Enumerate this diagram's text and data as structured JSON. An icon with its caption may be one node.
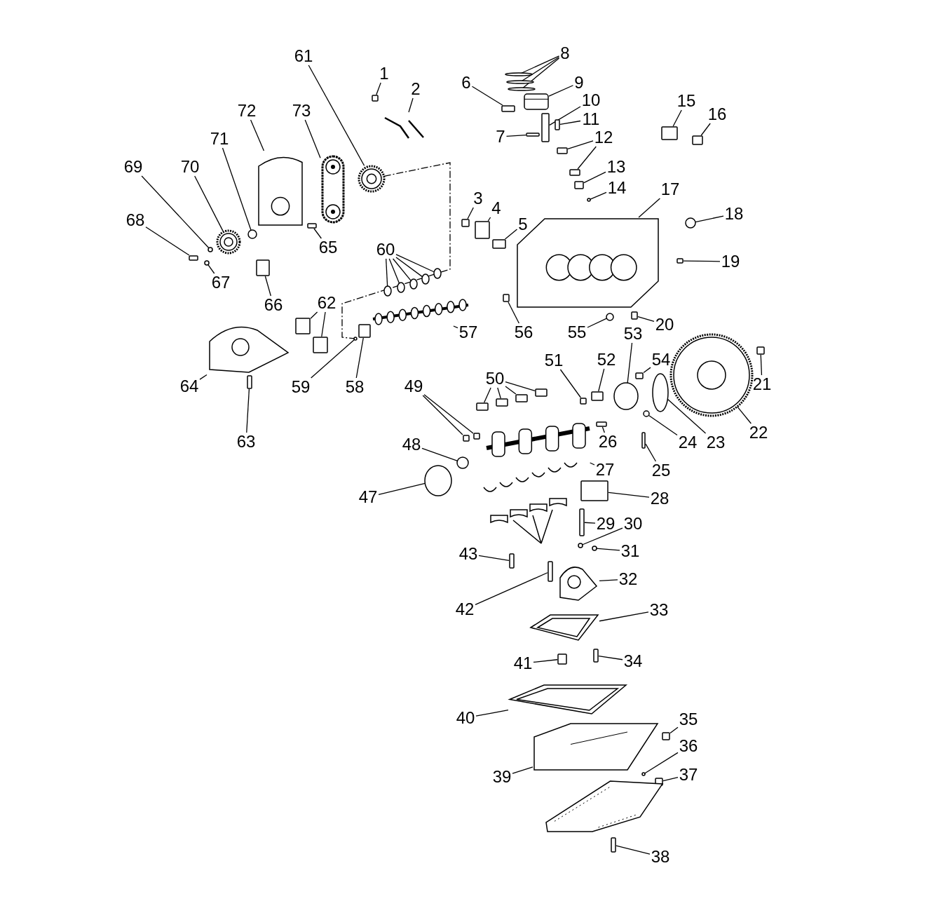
{
  "diagram": {
    "nodes": [
      {
        "text": [
          "1"
        ]
      },
      {
        "text": [
          "2"
        ]
      },
      {
        "text": [
          "3"
        ]
      },
      {
        "text": [
          "4"
        ]
      },
      {
        "text": [
          "5"
        ]
      },
      {
        "text": [
          "6"
        ]
      },
      {
        "text": [
          "7"
        ]
      },
      {
        "text": [
          "8"
        ]
      },
      {
        "text": [
          "9"
        ]
      },
      {
        "text": [
          "10"
        ]
      },
      {
        "text": [
          "11"
        ]
      },
      {
        "text": [
          "12"
        ]
      },
      {
        "text": [
          "13"
        ]
      },
      {
        "text": [
          "14"
        ]
      },
      {
        "text": [
          "15"
        ]
      },
      {
        "text": [
          "16"
        ]
      },
      {
        "text": [
          "17"
        ]
      },
      {
        "text": [
          "18"
        ]
      },
      {
        "text": [
          "19"
        ]
      },
      {
        "text": [
          "20"
        ]
      },
      {
        "text": [
          "21"
        ]
      },
      {
        "text": [
          "22"
        ]
      },
      {
        "text": [
          "23"
        ]
      },
      {
        "text": [
          "24"
        ]
      },
      {
        "text": [
          "25"
        ]
      },
      {
        "text": [
          "26"
        ]
      },
      {
        "text": [
          "27"
        ]
      },
      {
        "text": [
          "28"
        ]
      },
      {
        "text": [
          "29"
        ]
      },
      {
        "text": [
          "30"
        ]
      },
      {
        "text": [
          "31"
        ]
      },
      {
        "text": [
          "32"
        ]
      },
      {
        "text": [
          "33"
        ]
      },
      {
        "text": [
          "34"
        ]
      },
      {
        "text": [
          "35"
        ]
      },
      {
        "text": [
          "36"
        ]
      },
      {
        "text": [
          "37"
        ]
      },
      {
        "text": [
          "38"
        ]
      },
      {
        "text": [
          "39"
        ]
      },
      {
        "text": [
          "40"
        ]
      },
      {
        "text": [
          "41"
        ]
      },
      {
        "text": [
          "42"
        ]
      },
      {
        "text": [
          "43"
        ]
      },
      {
        "text": [
          "47"
        ]
      },
      {
        "text": [
          "48"
        ]
      },
      {
        "text": [
          "49"
        ]
      },
      {
        "text": [
          "50"
        ]
      },
      {
        "text": [
          "51"
        ]
      },
      {
        "text": [
          "52"
        ]
      },
      {
        "text": [
          "53"
        ]
      },
      {
        "text": [
          "54"
        ]
      },
      {
        "text": [
          "55"
        ]
      },
      {
        "text": [
          "56"
        ]
      },
      {
        "text": [
          "57"
        ]
      },
      {
        "text": [
          "58"
        ]
      },
      {
        "text": [
          "59"
        ]
      },
      {
        "text": [
          "60"
        ]
      },
      {
        "text": [
          "61"
        ]
      },
      {
        "text": [
          "62"
        ]
      },
      {
        "text": [
          "63"
        ]
      },
      {
        "text": [
          "64"
        ]
      },
      {
        "text": [
          "65"
        ]
      },
      {
        "text": [
          "66"
        ]
      },
      {
        "text": [
          "67"
        ]
      },
      {
        "text": [
          "68"
        ]
      },
      {
        "text": [
          "69"
        ]
      },
      {
        "text": [
          "70"
        ]
      },
      {
        "text": [
          "71"
        ]
      },
      {
        "text": [
          "72"
        ]
      },
      {
        "text": [
          "73"
        ]
      },
      {
        "text": [],
        "shape": "box"
      },
      {
        "text": [],
        "shape": "picture"
      },
      {
        "text": [],
        "shape": "box"
      },
      {
        "text": [],
        "shape": "box"
      },
      {
        "text": [],
        "shape": "box"
      },
      {
        "text": [],
        "shape": "box"
      },
      {
        "text": [],
        "shape": "box"
      },
      {
        "text": [],
        "shape": "circle"
      },
      {
        "text": [],
        "shape": "circle"
      },
      {
        "text": [],
        "shape": "circle"
      },
      {
        "text": [],
        "shape": "picture"
      },
      {
        "text": [],
        "shape": "box"
      },
      {
        "text": [],
        "shape": "box"
      },
      {
        "text": [],
        "shape": "box"
      },
      {
        "text": [],
        "shape": "box"
      },
      {
        "text": [],
        "shape": "box"
      },
      {
        "text": [],
        "shape": "circle"
      },
      {
        "text": [],
        "shape": "box"
      },
      {
        "text": [],
        "shape": "box"
      },
      {
        "text": [],
        "shape": "picture"
      },
      {
        "text": [],
        "shape": "circle"
      },
      {
        "text": [],
        "shape": "box"
      },
      {
        "text": [],
        "shape": "box"
      },
      {
        "text": [],
        "shape": "box"
      },
      {
        "text": [],
        "shape": "picture"
      },
      {
        "text": [],
        "shape": "circle"
      },
      {
        "text": [],
        "shape": "circle"
      },
      {
        "text": [],
        "shape": "box"
      },
      {
        "text": [],
        "shape": "box"
      },
      {
        "text": [],
        "shape": "picture"
      },
      {
        "text": [],
        "shape": "box"
      },
      {
        "text": [],
        "shape": "box"
      },
      {
        "text": [],
        "shape": "circle"
      },
      {
        "text": [],
        "shape": "circle"
      },
      {
        "text": [],
        "shape": "picture"
      },
      {
        "text": [],
        "shape": "picture"
      },
      {
        "text": [],
        "shape": "box"
      },
      {
        "text": [],
        "shape": "box"
      },
      {
        "text": [],
        "shape": "circle"
      },
      {
        "text": [],
        "shape": "box"
      },
      {
        "text": [],
        "shape": "box"
      },
      {
        "text": [],
        "shape": "picture"
      },
      {
        "text": [],
        "shape": "picture"
      },
      {
        "text": [],
        "shape": "box"
      },
      {
        "text": [],
        "shape": "box"
      },
      {
        "text": [],
        "shape": "box"
      },
      {
        "text": [],
        "shape": "circle"
      },
      {
        "text": [],
        "shape": "circle"
      },
      {
        "text": [],
        "shape": "box"
      },
      {
        "text": [],
        "shape": "box"
      },
      {
        "text": [],
        "shape": "box"
      },
      {
        "text": [],
        "shape": "box"
      },
      {
        "text": [],
        "shape": "box"
      },
      {
        "text": [],
        "shape": "box"
      },
      {
        "text": [],
        "shape": "box"
      },
      {
        "text": [],
        "shape": "box"
      },
      {
        "text": [],
        "shape": "circle"
      },
      {
        "text": [],
        "shape": "box"
      },
      {
        "text": [],
        "shape": "circle"
      },
      {
        "text": [],
        "shape": "box"
      },
      {
        "text": [],
        "shape": "picture"
      },
      {
        "text": [],
        "shape": "box"
      },
      {
        "text": [],
        "shape": "circle"
      },
      {
        "text": [],
        "shape": "circle"
      },
      {
        "text": [],
        "shape": "circle"
      },
      {
        "text": [],
        "shape": "circle"
      },
      {
        "text": [],
        "shape": "circle"
      },
      {
        "text": [],
        "shape": "circle"
      },
      {
        "text": [],
        "shape": "picture"
      },
      {
        "text": [],
        "shape": "box"
      },
      {
        "text": [],
        "shape": "box"
      },
      {
        "text": [],
        "shape": "box"
      },
      {
        "text": [],
        "shape": "picture"
      },
      {
        "text": [],
        "shape": "box"
      },
      {
        "text": [],
        "shape": "box"
      },
      {
        "text": [],
        "shape": "circle"
      },
      {
        "text": [],
        "shape": "box"
      },
      {
        "text": [],
        "shape": "circle"
      },
      {
        "text": [],
        "shape": "picture"
      },
      {
        "text": [],
        "shape": "circle"
      },
      {
        "text": [],
        "shape": "picture"
      },
      {
        "text": [],
        "shape": "picture"
      },
      {
        "text": [],
        "shape": "picture"
      }
    ],
    "edges": [
      {
        "from": 0,
        "to": 70,
        "arrow": "none"
      },
      {
        "from": 1,
        "to": 71,
        "arrow": "none"
      },
      {
        "from": 2,
        "to": 72,
        "arrow": "none"
      },
      {
        "from": 3,
        "to": 73,
        "arrow": "none"
      },
      {
        "from": 4,
        "to": 74,
        "arrow": "none"
      },
      {
        "from": 5,
        "to": 75,
        "arrow": "none"
      },
      {
        "from": 6,
        "to": 76,
        "arrow": "none"
      },
      {
        "from": 7,
        "to": 77,
        "arrow": "none"
      },
      {
        "from": 7,
        "to": 78,
        "arrow": "none"
      },
      {
        "from": 7,
        "to": 79,
        "arrow": "none"
      },
      {
        "from": 8,
        "to": 80,
        "arrow": "none"
      },
      {
        "from": 9,
        "to": 81,
        "arrow": "none"
      },
      {
        "from": 10,
        "to": 82,
        "arrow": "none"
      },
      {
        "from": 11,
        "to": 83,
        "arrow": "none"
      },
      {
        "from": 11,
        "to": 84,
        "arrow": "none"
      },
      {
        "from": 12,
        "to": 85,
        "arrow": "none"
      },
      {
        "from": 13,
        "to": 86,
        "arrow": "none"
      },
      {
        "from": 14,
        "to": 87,
        "arrow": "none"
      },
      {
        "from": 15,
        "to": 88,
        "arrow": "none"
      },
      {
        "from": 16,
        "to": 89,
        "arrow": "none"
      },
      {
        "from": 17,
        "to": 90,
        "arrow": "none"
      },
      {
        "from": 18,
        "to": 91,
        "arrow": "none"
      },
      {
        "from": 19,
        "to": 92,
        "arrow": "none"
      },
      {
        "from": 20,
        "to": 93,
        "arrow": "none"
      },
      {
        "from": 21,
        "to": 94,
        "arrow": "none"
      },
      {
        "from": 22,
        "to": 95,
        "arrow": "none"
      },
      {
        "from": 23,
        "to": 96,
        "arrow": "none"
      },
      {
        "from": 24,
        "to": 97,
        "arrow": "none"
      },
      {
        "from": 25,
        "to": 98,
        "arrow": "none"
      },
      {
        "from": 26,
        "to": 99,
        "arrow": "none"
      },
      {
        "from": 27,
        "to": 100,
        "arrow": "none"
      },
      {
        "from": 28,
        "to": 101,
        "arrow": "none"
      },
      {
        "from": 29,
        "to": 102,
        "arrow": "none"
      },
      {
        "from": 30,
        "to": 103,
        "arrow": "none"
      },
      {
        "from": 31,
        "to": 104,
        "arrow": "none"
      },
      {
        "from": 32,
        "to": 105,
        "arrow": "none"
      },
      {
        "from": 33,
        "to": 106,
        "arrow": "none"
      },
      {
        "from": 34,
        "to": 107,
        "arrow": "none"
      },
      {
        "from": 35,
        "to": 108,
        "arrow": "none"
      },
      {
        "from": 36,
        "to": 109,
        "arrow": "none"
      },
      {
        "from": 37,
        "to": 110,
        "arrow": "none"
      },
      {
        "from": 38,
        "to": 111,
        "arrow": "none"
      },
      {
        "from": 39,
        "to": 112,
        "arrow": "none"
      },
      {
        "from": 40,
        "to": 113,
        "arrow": "none"
      },
      {
        "from": 41,
        "to": 114,
        "arrow": "none"
      },
      {
        "from": 42,
        "to": 115,
        "arrow": "none"
      },
      {
        "from": 43,
        "to": 116,
        "arrow": "none"
      },
      {
        "from": 44,
        "to": 117,
        "arrow": "none"
      },
      {
        "from": 45,
        "to": 118,
        "arrow": "none"
      },
      {
        "from": 45,
        "to": 119,
        "arrow": "none"
      },
      {
        "from": 46,
        "to": 120,
        "arrow": "none"
      },
      {
        "from": 46,
        "to": 121,
        "arrow": "none"
      },
      {
        "from": 46,
        "to": 122,
        "arrow": "none"
      },
      {
        "from": 46,
        "to": 123,
        "arrow": "none"
      },
      {
        "from": 47,
        "to": 124,
        "arrow": "none"
      },
      {
        "from": 48,
        "to": 125,
        "arrow": "none"
      },
      {
        "from": 49,
        "to": 126,
        "arrow": "none"
      },
      {
        "from": 50,
        "to": 127,
        "arrow": "none"
      },
      {
        "from": 51,
        "to": 128,
        "arrow": "none"
      },
      {
        "from": 52,
        "to": 129,
        "arrow": "none"
      },
      {
        "from": 53,
        "to": 130,
        "arrow": "none"
      },
      {
        "from": 54,
        "to": 131,
        "arrow": "none"
      },
      {
        "from": 55,
        "to": 132,
        "arrow": "none"
      },
      {
        "from": 56,
        "to": 133,
        "arrow": "none"
      },
      {
        "from": 56,
        "to": 134,
        "arrow": "none"
      },
      {
        "from": 56,
        "to": 135,
        "arrow": "none"
      },
      {
        "from": 56,
        "to": 136,
        "arrow": "none"
      },
      {
        "from": 56,
        "to": 137,
        "arrow": "none"
      },
      {
        "from": 57,
        "to": 138,
        "arrow": "none"
      },
      {
        "from": 58,
        "to": 139,
        "arrow": "none"
      },
      {
        "from": 58,
        "to": 140,
        "arrow": "none"
      },
      {
        "from": 59,
        "to": 141,
        "arrow": "none"
      },
      {
        "from": 60,
        "to": 142,
        "arrow": "none"
      },
      {
        "from": 61,
        "to": 143,
        "arrow": "none"
      },
      {
        "from": 62,
        "to": 144,
        "arrow": "none"
      },
      {
        "from": 63,
        "to": 145,
        "arrow": "none"
      },
      {
        "from": 64,
        "to": 146,
        "arrow": "none"
      },
      {
        "from": 65,
        "to": 147,
        "arrow": "none"
      },
      {
        "from": 66,
        "to": 148,
        "arrow": "none"
      },
      {
        "from": 67,
        "to": 149,
        "arrow": "none"
      },
      {
        "from": 68,
        "to": 150,
        "arrow": "none"
      },
      {
        "from": 69,
        "to": 151,
        "arrow": "none"
      },
      {
        "from": 138,
        "to": 132,
        "arrow": "none",
        "style": "dashed"
      }
    ]
  }
}
